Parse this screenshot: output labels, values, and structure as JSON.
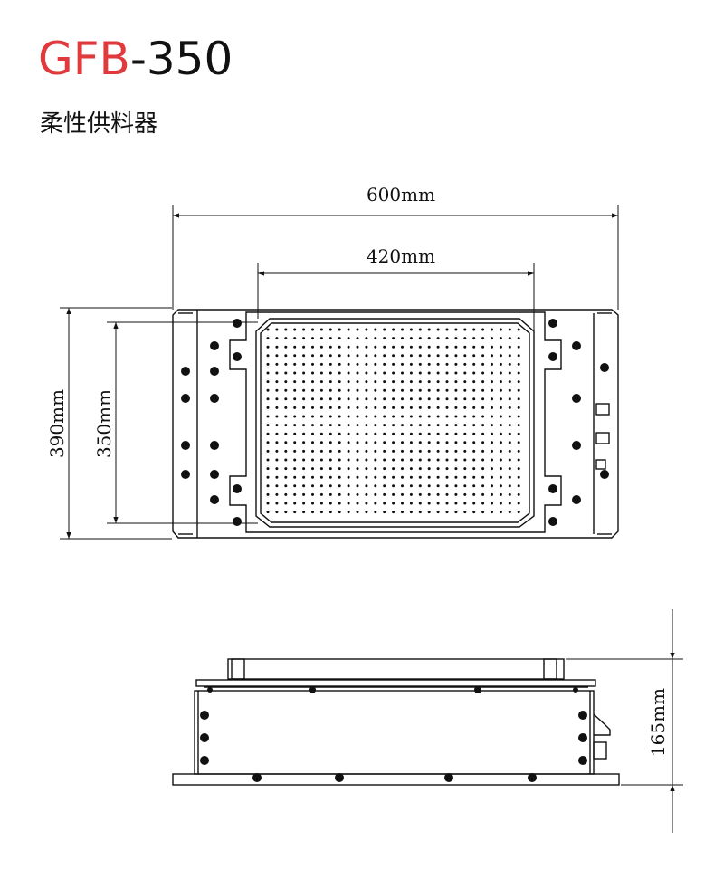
{
  "header": {
    "model_prefix": "GFB",
    "model_suffix": "-350",
    "subtitle": "柔性供料器"
  },
  "dimensions": {
    "overall_width": "600mm",
    "plate_width": "420mm",
    "overall_depth": "390mm",
    "plate_depth": "350mm",
    "height": "165mm"
  },
  "colors": {
    "brand": "#e03a3c",
    "line": "#111111"
  }
}
